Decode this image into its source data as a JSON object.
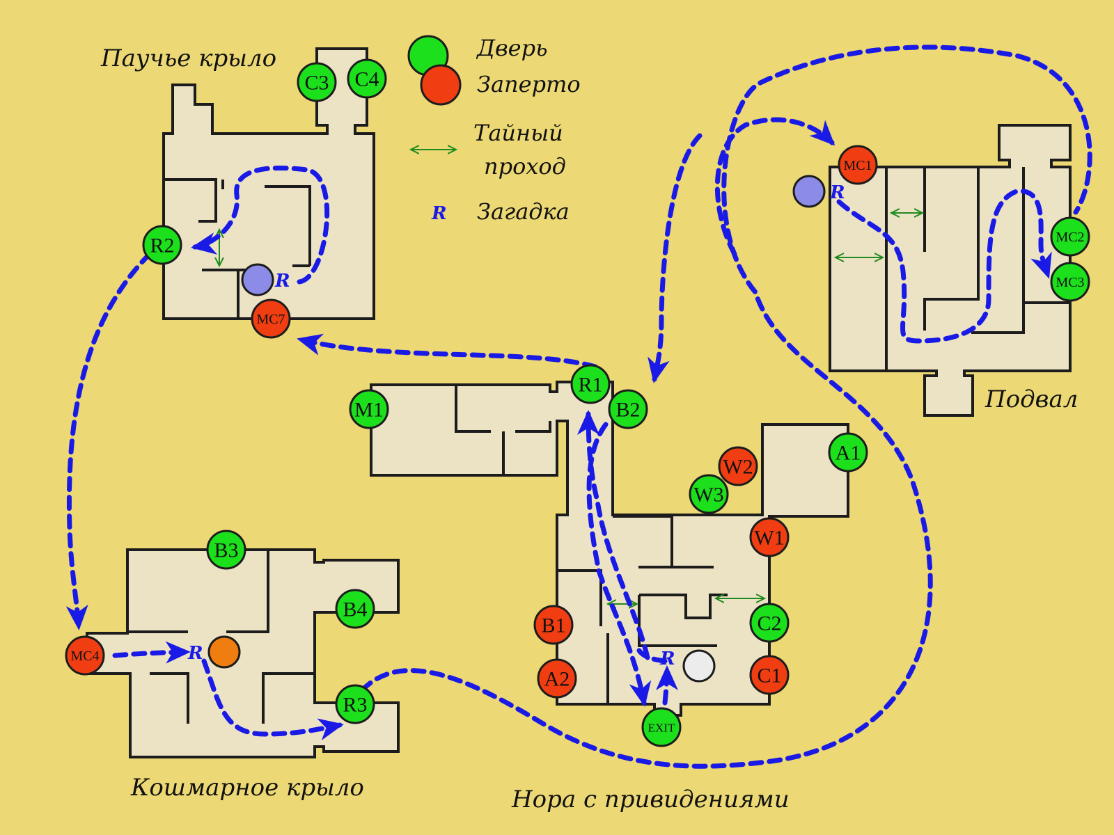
{
  "colors": {
    "background": "#ecd874",
    "room_fill": "#ece2c4",
    "wall": "#1c1c1c",
    "door": "#1de01d",
    "locked": "#f03e12",
    "route": "#1a1ae6",
    "secret": "#1f8a1f",
    "riddle_marker": "#8c8ce8",
    "item_orange": "#f07d10",
    "item_white": "#ececec"
  },
  "legend": {
    "door": "Дверь",
    "locked": "Заперто",
    "secret_line1": "Тайный",
    "secret_line2": "проход",
    "riddle_symbol": "R",
    "riddle": "Загадка"
  },
  "areas": {
    "spider_wing": "Паучье крыло",
    "basement": "Подвал",
    "nightmare_wing": "Кошмарное крыло",
    "haunted_burrow": "Нора с привидениями"
  },
  "doors": {
    "c3": {
      "label": "C3",
      "locked": false
    },
    "c4": {
      "label": "C4",
      "locked": false
    },
    "r2": {
      "label": "R2",
      "locked": false
    },
    "mc7": {
      "label": "MC7",
      "locked": true
    },
    "mc1": {
      "label": "MC1",
      "locked": true
    },
    "mc2": {
      "label": "MC2",
      "locked": false
    },
    "mc3": {
      "label": "MC3",
      "locked": false
    },
    "m1": {
      "label": "M1",
      "locked": false
    },
    "r1": {
      "label": "R1",
      "locked": false
    },
    "b2": {
      "label": "B2",
      "locked": false
    },
    "a1": {
      "label": "A1",
      "locked": false
    },
    "w2": {
      "label": "W2",
      "locked": true
    },
    "w3": {
      "label": "W3",
      "locked": false
    },
    "w1": {
      "label": "W1",
      "locked": true
    },
    "c2": {
      "label": "C2",
      "locked": false
    },
    "c1": {
      "label": "C1",
      "locked": true
    },
    "b1": {
      "label": "B1",
      "locked": true
    },
    "a2": {
      "label": "A2",
      "locked": true
    },
    "exit": {
      "label": "EXIT",
      "locked": false
    },
    "b3": {
      "label": "B3",
      "locked": false
    },
    "b4": {
      "label": "B4",
      "locked": false
    },
    "mc4": {
      "label": "MC4",
      "locked": true
    },
    "r3": {
      "label": "R3",
      "locked": false
    }
  },
  "riddle_label": "R"
}
